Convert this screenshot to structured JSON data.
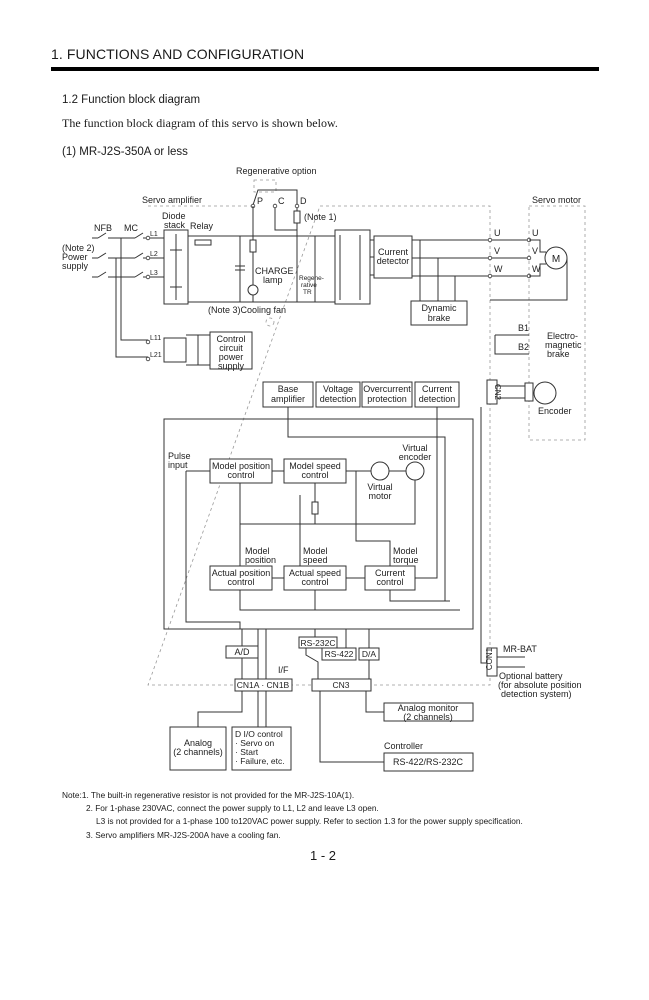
{
  "header": {
    "chapter_title": "1. FUNCTIONS AND CONFIGURATION"
  },
  "section": {
    "title": "1.2 Function block diagram",
    "intro": "The function block diagram of this servo is shown below.",
    "subsection": "(1) MR-J2S-350A or less"
  },
  "diagram": {
    "regenerative_option": "Regenerative option",
    "servo_amplifier": "Servo amplifier",
    "servo_motor": "Servo motor",
    "terminals_pcd": [
      "P",
      "C",
      "D"
    ],
    "note1": "(Note 1)",
    "nfb": "NFB",
    "mc": "MC",
    "note2": "(Note 2)",
    "power": "Power",
    "supply": "supply",
    "l1": "L1",
    "l2": "L2",
    "l3": "L3",
    "l11": "L11",
    "l21": "L21",
    "diode_stack_1": "Diode",
    "diode_stack_2": "stack",
    "relay": "Relay",
    "charge_lamp_1": "CHARGE",
    "charge_lamp_2": "lamp",
    "regen_tr_1": "Regene-",
    "regen_tr_2": "rative",
    "regen_tr_3": "TR",
    "cooling_fan": "(Note 3)Cooling fan",
    "current_detector_1": "Current",
    "current_detector_2": "detector",
    "dynamic_brake_1": "Dynamic",
    "dynamic_brake_2": "brake",
    "uvw": [
      "U",
      "V",
      "W"
    ],
    "motor": "M",
    "b1": "B1",
    "b2": "B2",
    "em_brake_1": "Electro-",
    "em_brake_2": "magnetic",
    "em_brake_3": "brake",
    "control_psu": [
      "Control",
      "circuit",
      "power",
      "supply"
    ],
    "base_amp": [
      "Base",
      "amplifier"
    ],
    "voltage_det": [
      "Voltage",
      "detection"
    ],
    "overcurrent": [
      "Overcurrent",
      "protection"
    ],
    "current_det": [
      "Current",
      "detection"
    ],
    "cn2": "CN2",
    "encoder": "Encoder",
    "pulse_input": [
      "Pulse",
      "input"
    ],
    "model_pos_ctrl": [
      "Model position",
      "control"
    ],
    "model_speed_ctrl": [
      "Model speed",
      "control"
    ],
    "virtual_encoder": [
      "Virtual",
      "encoder"
    ],
    "virtual_motor": [
      "Virtual",
      "motor"
    ],
    "model_position": [
      "Model",
      "position"
    ],
    "model_speed": [
      "Model",
      "speed"
    ],
    "model_torque": [
      "Model",
      "torque"
    ],
    "actual_pos_ctrl": [
      "Actual position",
      "control"
    ],
    "actual_speed_ctrl": [
      "Actual speed",
      "control"
    ],
    "current_ctrl": [
      "Current",
      "control"
    ],
    "ad": "A/D",
    "rs232c": "RS-232C",
    "rs422": "RS-422",
    "da": "D/A",
    "if": "I/F",
    "cn1": "CN1A · CN1B",
    "cn3": "CN3",
    "con1": "CON1",
    "mr_bat": "MR-BAT",
    "opt_battery": [
      "Optional battery",
      "(for absolute position",
      "detection system)"
    ],
    "analog_monitor": [
      "Analog monitor",
      "(2 channels)"
    ],
    "controller": "Controller",
    "rs_box": "RS-422/RS-232C",
    "analog": [
      "Analog",
      "(2 channels)"
    ],
    "dio": [
      "D I/O control",
      "· Servo on",
      "· Start",
      "· Failure, etc."
    ]
  },
  "notes": {
    "n1": "Note:1. The built-in regenerative resistor is not provided for the MR-J2S-10A(1).",
    "n2": "2. For 1-phase 230VAC, connect the power supply to L1, L2 and leave L3 open.",
    "n2b": "L3 is not provided for a 1-phase 100 to120VAC power supply. Refer to section 1.3 for the power supply specification.",
    "n3": "3. Servo amplifiers MR-J2S-200A have a cooling fan."
  },
  "footer": {
    "page_number": "1 - 2"
  }
}
